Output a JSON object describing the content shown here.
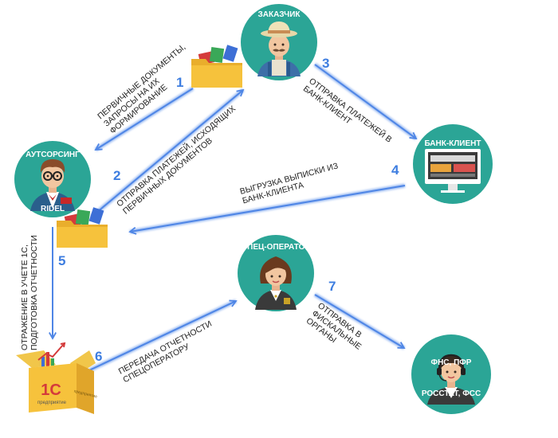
{
  "colors": {
    "node_circle": "#2ba596",
    "arrow": "#4f86e6",
    "step_number": "#3d7de0",
    "folder": "#f6c23c"
  },
  "nodes": {
    "customer": {
      "label": "ЗАКАЗЧИК",
      "icon": "farmer-avatar-icon"
    },
    "outsourcing": {
      "label_top": "АУТСОРСИНГ",
      "label_bottom": "RIDEL",
      "icon": "accountant-avatar-icon"
    },
    "bank": {
      "label": "БАНК-КЛИЕНТ",
      "icon": "monitor-icon"
    },
    "operator": {
      "label": "СПЕЦ-ОПЕРАТОР",
      "icon": "woman-avatar-icon"
    },
    "fns": {
      "label_top": "ФНС, ПФР",
      "label_bottom": "РОССТАТ, ФСС",
      "icon": "headset-operator-icon"
    }
  },
  "box_1c": {
    "logo": "1С",
    "subtitle": "предприятие",
    "icon": "software-box-icon"
  },
  "steps": [
    {
      "num": "1",
      "lines": [
        "ПЕРВИЧНЫЕ ДОКУМЕНТЫ,",
        "ЗАПРОСЫ НА ИХ",
        "ФОРМИРОВАНИЕ"
      ]
    },
    {
      "num": "2",
      "lines": [
        "ОТПРАВКА ПЛАТЕЖЕЙ, ИСХОДЯЩИХ",
        "ПЕРВИЧНЫХ ДОКУМЕНТОВ"
      ]
    },
    {
      "num": "3",
      "lines": [
        "ОТПРАВКА ПЛАТЕЖЕЙ В",
        "БАНК-КЛИЕНТ"
      ]
    },
    {
      "num": "4",
      "lines": [
        "ВЫГРУЗКА ВЫПИСКИ ИЗ",
        "БАНК-КЛИЕНТА"
      ]
    },
    {
      "num": "5",
      "lines": [
        "ОТРАЖЕНИЕ В УЧЕТЕ 1С,",
        "ПОДГОТОВКА ОТЧЕТНОСТИ"
      ]
    },
    {
      "num": "6",
      "lines": [
        "ПЕРЕДАЧА ОТЧЕТНОСТИ",
        "СПЕЦОПЕРАТОРУ"
      ]
    },
    {
      "num": "7",
      "lines": [
        "ОТПРАВКА В",
        "ФИСКАЛЬНЫЕ",
        "ОРГАНЫ"
      ]
    }
  ]
}
